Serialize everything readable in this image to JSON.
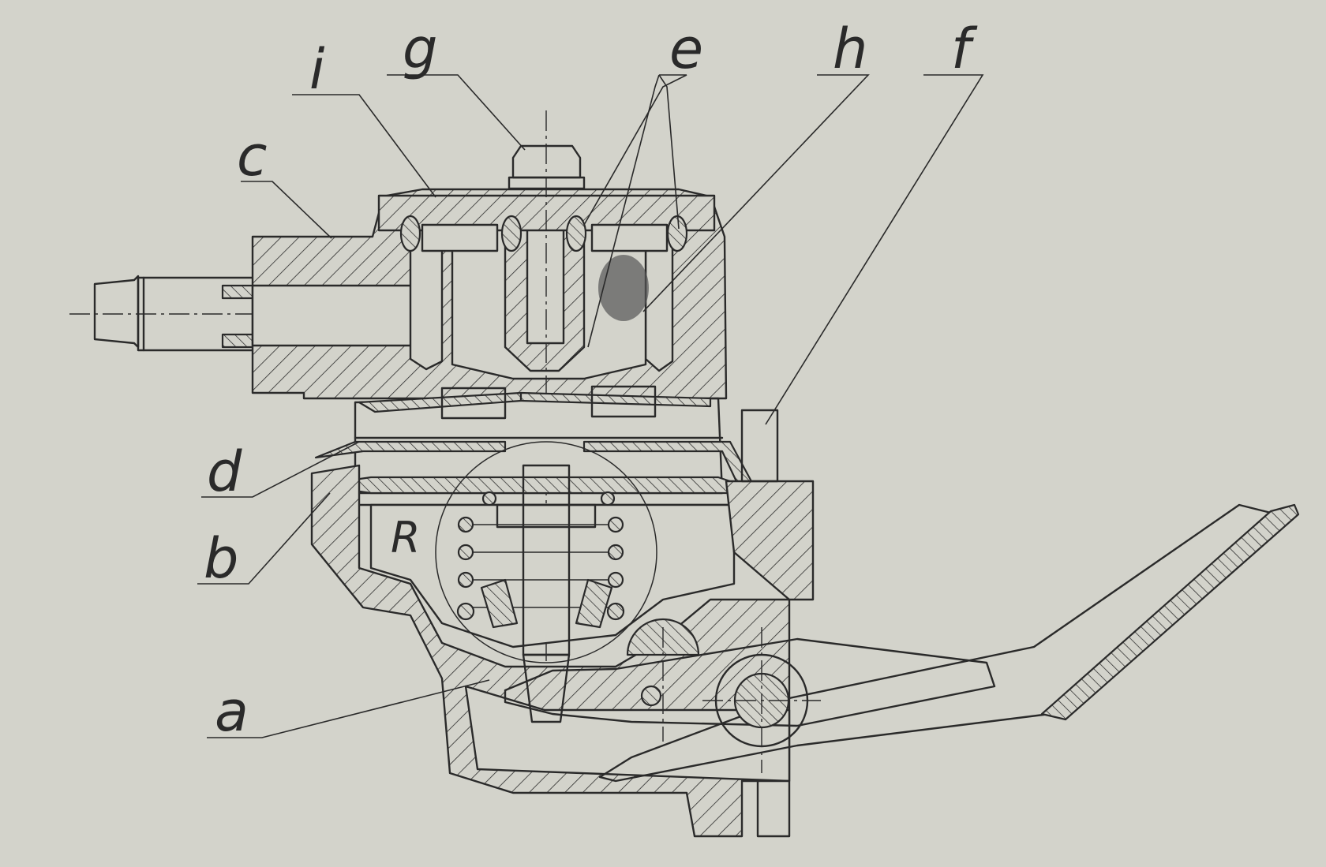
{
  "labels": {
    "a": "a",
    "b": "b",
    "c": "c",
    "d": "d",
    "e": "e",
    "f": "f",
    "g": "g",
    "h": "h",
    "i": "i",
    "r": "R"
  },
  "colors": {
    "paper": "#d3d3cb",
    "ink": "#2a2a2a"
  }
}
